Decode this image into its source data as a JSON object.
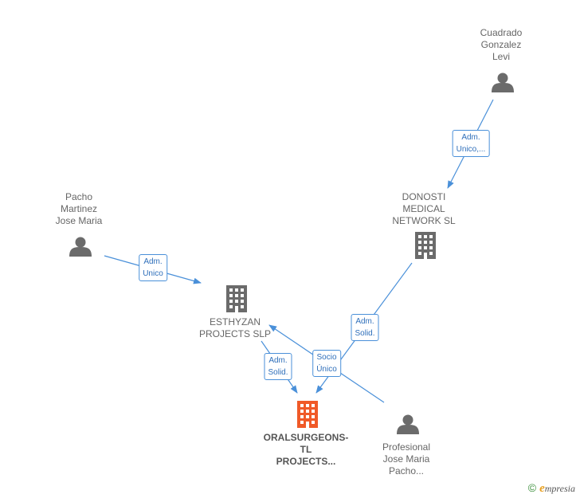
{
  "nodes": {
    "cuadrado": {
      "label": "Cuadrado\nGonzalez\nLevi",
      "kind": "person"
    },
    "donosti": {
      "label": "DONOSTI\nMEDICAL\nNETWORK  SL",
      "kind": "company"
    },
    "pacho": {
      "label": "Pacho\nMartinez\nJose Maria",
      "kind": "person"
    },
    "esthyzan": {
      "label": "ESTHYZAN\nPROJECTS SLP",
      "kind": "company"
    },
    "oral": {
      "label": "ORALSURGEONS-\nTL\nPROJECTS...",
      "kind": "company-focus"
    },
    "profesional": {
      "label": "Profesional\nJose Maria\nPacho...",
      "kind": "person"
    }
  },
  "edges": {
    "cuadrado_donosti": "Adm.\nUnico,...",
    "pacho_esthyzan": "Adm.\nUnico",
    "donosti_oral": "Adm.\nSolid.",
    "esthyzan_oral": "Adm.\nSolid.",
    "profesional_oral": "Socio\nÚnico"
  },
  "colors": {
    "edge": "#4a90d9",
    "person_icon": "#6b6b6b",
    "company_icon": "#6b6b6b",
    "focus_icon": "#f05a28"
  },
  "brand": {
    "copyright": "©",
    "initial": "e",
    "name": "mpresia"
  }
}
